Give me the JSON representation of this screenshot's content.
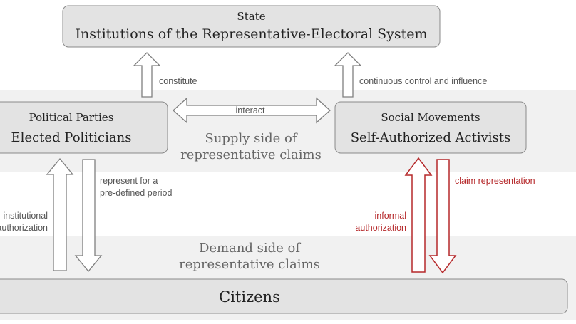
{
  "state_box": {
    "title": "State",
    "subtitle": "Institutions of the Representative-Electoral System"
  },
  "parties_box": {
    "title": "Political Parties",
    "subtitle": "Elected Politicians"
  },
  "movements_box": {
    "title": "Social Movements",
    "subtitle": "Self-Authorized Activists"
  },
  "citizens_box": {
    "title": "Citizens"
  },
  "supply_band": {
    "line1": "Supply side of",
    "line2": "representative claims"
  },
  "demand_band": {
    "line1": "Demand side of",
    "line2": "representative claims"
  },
  "labels": {
    "constitute": "constitute",
    "control": "continuous control and influence",
    "interact": "interact",
    "represent_line1": "represent for a",
    "represent_line2": "pre-defined period",
    "institutional_line1": "institutional",
    "institutional_line2": "authorization",
    "claim": "claim representation",
    "informal_line1": "informal",
    "informal_line2": "authorization"
  },
  "colors": {
    "band": "#f1f1f1",
    "box_fill": "#e3e3e3",
    "box_stroke": "#8a8a8a",
    "arrow_gray": "#7f7f7f",
    "accent_red": "#b5282a",
    "text_dark": "#222222",
    "text_gray": "#666666",
    "label_gray": "#555555"
  }
}
